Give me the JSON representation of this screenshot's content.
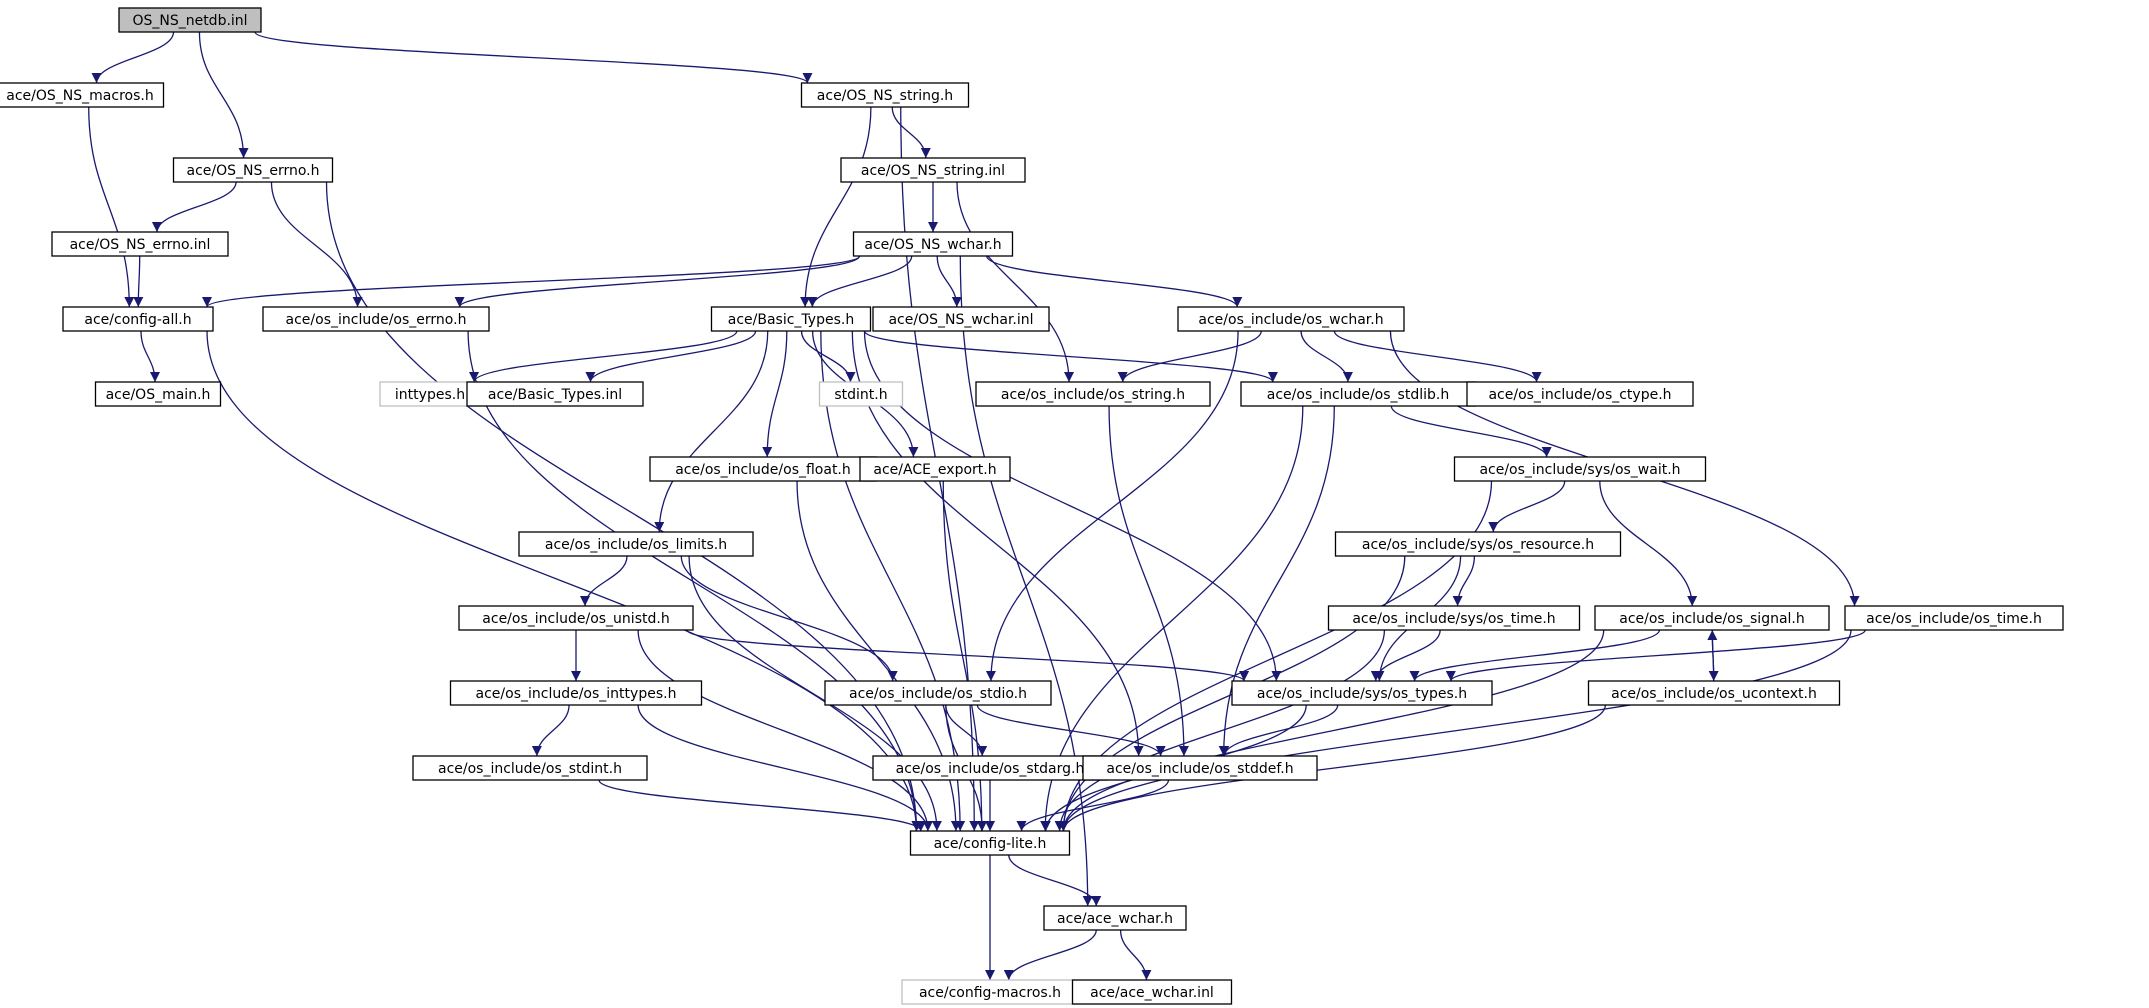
{
  "colors": {
    "edge": "#191970",
    "node_border": "#000000",
    "root_fill": "#bfbfbf",
    "missing_border": "#bfbfbf"
  },
  "nodes": [
    {
      "id": "netdb_inl",
      "label": "OS_NS_netdb.inl",
      "root": true
    },
    {
      "id": "macros_h",
      "label": "ace/OS_NS_macros.h"
    },
    {
      "id": "string_h",
      "label": "ace/OS_NS_string.h"
    },
    {
      "id": "errno_h",
      "label": "ace/OS_NS_errno.h"
    },
    {
      "id": "string_inl",
      "label": "ace/OS_NS_string.inl"
    },
    {
      "id": "errno_inl",
      "label": "ace/OS_NS_errno.inl"
    },
    {
      "id": "wchar_h",
      "label": "ace/OS_NS_wchar.h"
    },
    {
      "id": "config_all",
      "label": "ace/config-all.h"
    },
    {
      "id": "osi_errno",
      "label": "ace/os_include/os_errno.h"
    },
    {
      "id": "basic_types",
      "label": "ace/Basic_Types.h"
    },
    {
      "id": "wchar_inl",
      "label": "ace/OS_NS_wchar.inl"
    },
    {
      "id": "osi_wchar",
      "label": "ace/os_include/os_wchar.h"
    },
    {
      "id": "os_main",
      "label": "ace/OS_main.h"
    },
    {
      "id": "inttypes_h",
      "label": "inttypes.h",
      "missing": true
    },
    {
      "id": "basic_inl",
      "label": "ace/Basic_Types.inl"
    },
    {
      "id": "stdint_h",
      "label": "stdint.h",
      "missing": true
    },
    {
      "id": "osi_string",
      "label": "ace/os_include/os_string.h"
    },
    {
      "id": "osi_stdlib",
      "label": "ace/os_include/os_stdlib.h"
    },
    {
      "id": "osi_ctype",
      "label": "ace/os_include/os_ctype.h"
    },
    {
      "id": "osi_float",
      "label": "ace/os_include/os_float.h"
    },
    {
      "id": "ace_export",
      "label": "ace/ACE_export.h"
    },
    {
      "id": "osi_wait",
      "label": "ace/os_include/sys/os_wait.h"
    },
    {
      "id": "osi_limits",
      "label": "ace/os_include/os_limits.h"
    },
    {
      "id": "osi_resource",
      "label": "ace/os_include/sys/os_resource.h"
    },
    {
      "id": "osi_unistd",
      "label": "ace/os_include/os_unistd.h"
    },
    {
      "id": "osi_systime",
      "label": "ace/os_include/sys/os_time.h"
    },
    {
      "id": "osi_signal",
      "label": "ace/os_include/os_signal.h"
    },
    {
      "id": "osi_time",
      "label": "ace/os_include/os_time.h"
    },
    {
      "id": "osi_inttypes",
      "label": "ace/os_include/os_inttypes.h"
    },
    {
      "id": "osi_stdio",
      "label": "ace/os_include/os_stdio.h"
    },
    {
      "id": "osi_systypes",
      "label": "ace/os_include/sys/os_types.h"
    },
    {
      "id": "osi_ucontext",
      "label": "ace/os_include/os_ucontext.h"
    },
    {
      "id": "osi_stdint",
      "label": "ace/os_include/os_stdint.h"
    },
    {
      "id": "osi_stdarg",
      "label": "ace/os_include/os_stdarg.h"
    },
    {
      "id": "osi_stddef",
      "label": "ace/os_include/os_stddef.h"
    },
    {
      "id": "config_lite",
      "label": "ace/config-lite.h"
    },
    {
      "id": "ace_wchar_h",
      "label": "ace/ace_wchar.h"
    },
    {
      "id": "config_macros",
      "label": "ace/config-macros.h",
      "missing": true
    },
    {
      "id": "ace_wchar_inl",
      "label": "ace/ace_wchar.inl"
    }
  ],
  "edges": [
    [
      "netdb_inl",
      "macros_h"
    ],
    [
      "netdb_inl",
      "errno_h"
    ],
    [
      "netdb_inl",
      "string_h"
    ],
    [
      "macros_h",
      "config_all"
    ],
    [
      "errno_h",
      "errno_inl"
    ],
    [
      "errno_h",
      "osi_errno"
    ],
    [
      "errno_h",
      "config_lite"
    ],
    [
      "errno_inl",
      "config_all"
    ],
    [
      "string_h",
      "string_inl"
    ],
    [
      "string_h",
      "basic_types"
    ],
    [
      "string_h",
      "config_lite"
    ],
    [
      "string_inl",
      "wchar_h"
    ],
    [
      "string_inl",
      "osi_string"
    ],
    [
      "wchar_h",
      "config_all"
    ],
    [
      "wchar_h",
      "osi_errno"
    ],
    [
      "wchar_h",
      "basic_types"
    ],
    [
      "wchar_h",
      "wchar_inl"
    ],
    [
      "wchar_h",
      "osi_wchar"
    ],
    [
      "wchar_h",
      "ace_wchar_h"
    ],
    [
      "config_all",
      "os_main"
    ],
    [
      "config_all",
      "config_lite"
    ],
    [
      "osi_errno",
      "config_lite"
    ],
    [
      "basic_types",
      "config_lite"
    ],
    [
      "basic_types",
      "inttypes_h"
    ],
    [
      "basic_types",
      "basic_inl"
    ],
    [
      "basic_types",
      "stdint_h"
    ],
    [
      "basic_types",
      "osi_limits"
    ],
    [
      "basic_types",
      "osi_float"
    ],
    [
      "basic_types",
      "ace_export"
    ],
    [
      "basic_types",
      "osi_stddef"
    ],
    [
      "basic_types",
      "osi_systypes"
    ],
    [
      "basic_types",
      "osi_stdlib"
    ],
    [
      "osi_wchar",
      "osi_string"
    ],
    [
      "osi_wchar",
      "osi_stdlib"
    ],
    [
      "osi_wchar",
      "osi_ctype"
    ],
    [
      "osi_wchar",
      "osi_stdio"
    ],
    [
      "osi_wchar",
      "osi_time"
    ],
    [
      "osi_string",
      "osi_stddef"
    ],
    [
      "osi_stdlib",
      "osi_wait"
    ],
    [
      "osi_stdlib",
      "osi_stddef"
    ],
    [
      "osi_stdlib",
      "config_lite"
    ],
    [
      "osi_float",
      "config_lite"
    ],
    [
      "ace_export",
      "config_lite"
    ],
    [
      "osi_wait",
      "osi_resource"
    ],
    [
      "osi_wait",
      "osi_signal"
    ],
    [
      "osi_wait",
      "config_lite"
    ],
    [
      "osi_limits",
      "osi_unistd"
    ],
    [
      "osi_limits",
      "osi_stdio"
    ],
    [
      "osi_limits",
      "config_lite"
    ],
    [
      "osi_resource",
      "osi_systime"
    ],
    [
      "osi_resource",
      "osi_systypes"
    ],
    [
      "osi_resource",
      "config_lite"
    ],
    [
      "osi_unistd",
      "osi_inttypes"
    ],
    [
      "osi_unistd",
      "osi_systypes"
    ],
    [
      "osi_unistd",
      "config_lite"
    ],
    [
      "osi_systime",
      "osi_systypes"
    ],
    [
      "osi_systime",
      "config_lite"
    ],
    [
      "osi_signal",
      "osi_systypes"
    ],
    [
      "osi_signal",
      "osi_ucontext"
    ],
    [
      "osi_signal",
      "config_lite"
    ],
    [
      "osi_ucontext",
      "osi_signal"
    ],
    [
      "osi_ucontext",
      "config_lite"
    ],
    [
      "osi_time",
      "osi_systypes"
    ],
    [
      "osi_time",
      "config_lite"
    ],
    [
      "osi_inttypes",
      "osi_stdint"
    ],
    [
      "osi_inttypes",
      "config_lite"
    ],
    [
      "osi_stdint",
      "config_lite"
    ],
    [
      "osi_stdio",
      "osi_stdarg"
    ],
    [
      "osi_stdio",
      "osi_stddef"
    ],
    [
      "osi_stdio",
      "config_lite"
    ],
    [
      "osi_systypes",
      "osi_stddef"
    ],
    [
      "osi_systypes",
      "config_lite"
    ],
    [
      "osi_stdarg",
      "config_lite"
    ],
    [
      "osi_stddef",
      "config_lite"
    ],
    [
      "config_lite",
      "ace_wchar_h"
    ],
    [
      "config_lite",
      "config_macros"
    ],
    [
      "ace_wchar_h",
      "config_macros"
    ],
    [
      "ace_wchar_h",
      "ace_wchar_inl"
    ]
  ]
}
